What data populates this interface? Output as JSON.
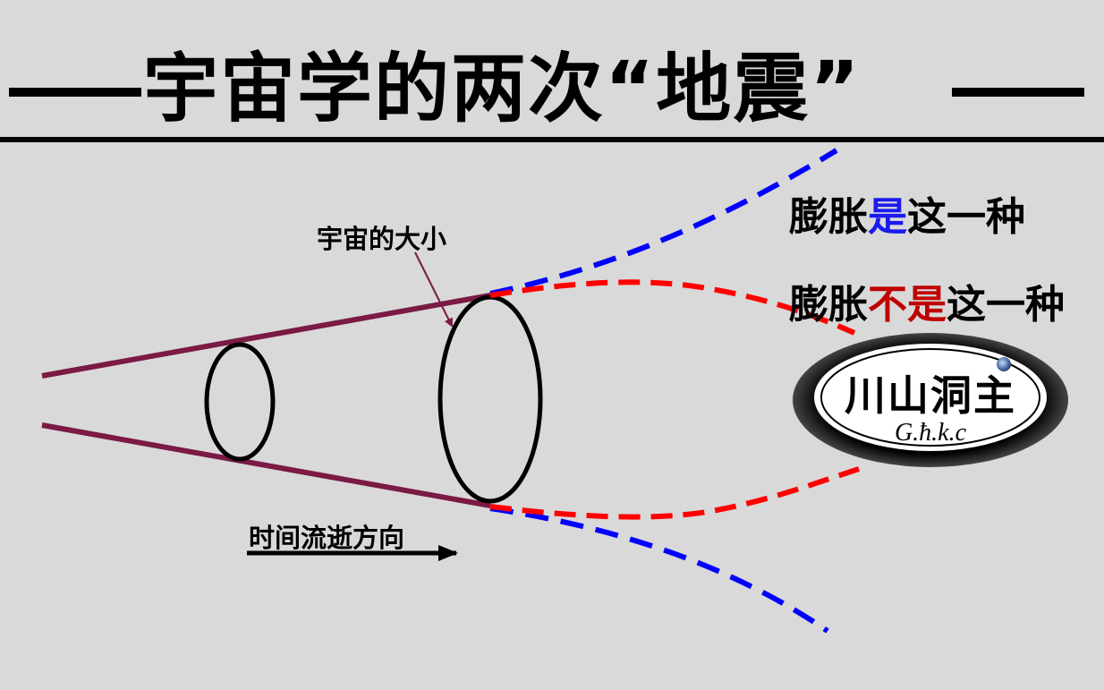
{
  "slide": {
    "background": "#d9d9d9",
    "title": {
      "text": "宇宙学的两次“地震”",
      "left_dash": "——",
      "right_dash": "——"
    }
  },
  "diagram": {
    "cone_color": "#7a1a45",
    "ellipse_color": "#000000",
    "size_label": "宇宙的大小",
    "time_label": "时间流逝方向",
    "curves": {
      "accelerating": {
        "color": "#0000ff",
        "style": "dashed"
      },
      "decelerating": {
        "color": "#ff0000",
        "style": "dashed"
      }
    }
  },
  "legend": {
    "line1": {
      "prefix": "膨胀",
      "highlight": "是",
      "suffix": "这一种",
      "highlight_color": "#1a1aee"
    },
    "line2": {
      "prefix": "膨胀",
      "highlight": "不是",
      "suffix": "这一种",
      "highlight_color": "#c00000"
    }
  },
  "logo": {
    "main_text": "川山洞主",
    "sub_text": "G.ħ.k.c",
    "icon": "earth-globe-icon"
  }
}
